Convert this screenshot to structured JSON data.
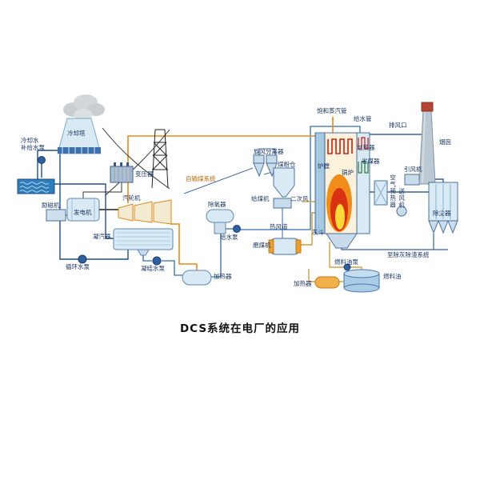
{
  "diagram": {
    "title": "DCS系统在电厂的应用",
    "labels": {
      "cooling_tower": "冷却塔",
      "makeup_pump": "冷却水\n补给水泵",
      "transformer": "变压器",
      "exciter": "励磁机",
      "generator": "发电机",
      "turbine": "汽轮机",
      "condenser": "凝汽器",
      "circulating_pump": "循环水泵",
      "condensate_pump": "凝结水泵",
      "lp_heater": "加热器",
      "deaerator": "除氧器",
      "feed_pump": "给水泵",
      "coal_supply": "自输煤系统",
      "cyclone_separator": "旋风分离器",
      "coal_bunker": "煤粉仓",
      "coal_feeder": "给煤机",
      "secondary_air": "二次风",
      "hot_air_duct": "热风道",
      "coal_mill": "磨煤机",
      "furnace": "炉膛",
      "boiler": "锅炉",
      "superheater": "过热器",
      "economizer": "省煤器",
      "saturated_steam_pipe": "饱和蒸汽管",
      "feedwater_pipe": "给水管",
      "air_outlet": "排风口",
      "chimney": "烟囱",
      "induced_draft_fan": "引风机",
      "air_preheater": "空气预热器",
      "forced_draft_fan": "送风机",
      "dust_collector": "除尘器",
      "ash_hopper": "灰斗",
      "to_ash_removal": "至除灰除渣系统",
      "fuel_oil_pump": "燃料油泵",
      "fuel_oil_tank": "燃料油",
      "fuel_oil_heater": "加热器"
    },
    "colors": {
      "steam_line": "#e8891a",
      "water_line": "#2e6db0",
      "cooling_line": "#1f4e8c",
      "flue_line": "#3a5f96",
      "fuel_line": "#d0a040",
      "air_duct": "#d89a30",
      "flame_outer": "#ef8c1a",
      "flame_mid": "#d93212",
      "flame_core": "#ffd83a",
      "equipment_fill": "#d9eaf4",
      "equipment_stroke": "#4a6fa0",
      "water_pool": "#2f7cb8",
      "chimney_fill": "#bcc8d4",
      "chimney_cap": "#b44436"
    }
  }
}
